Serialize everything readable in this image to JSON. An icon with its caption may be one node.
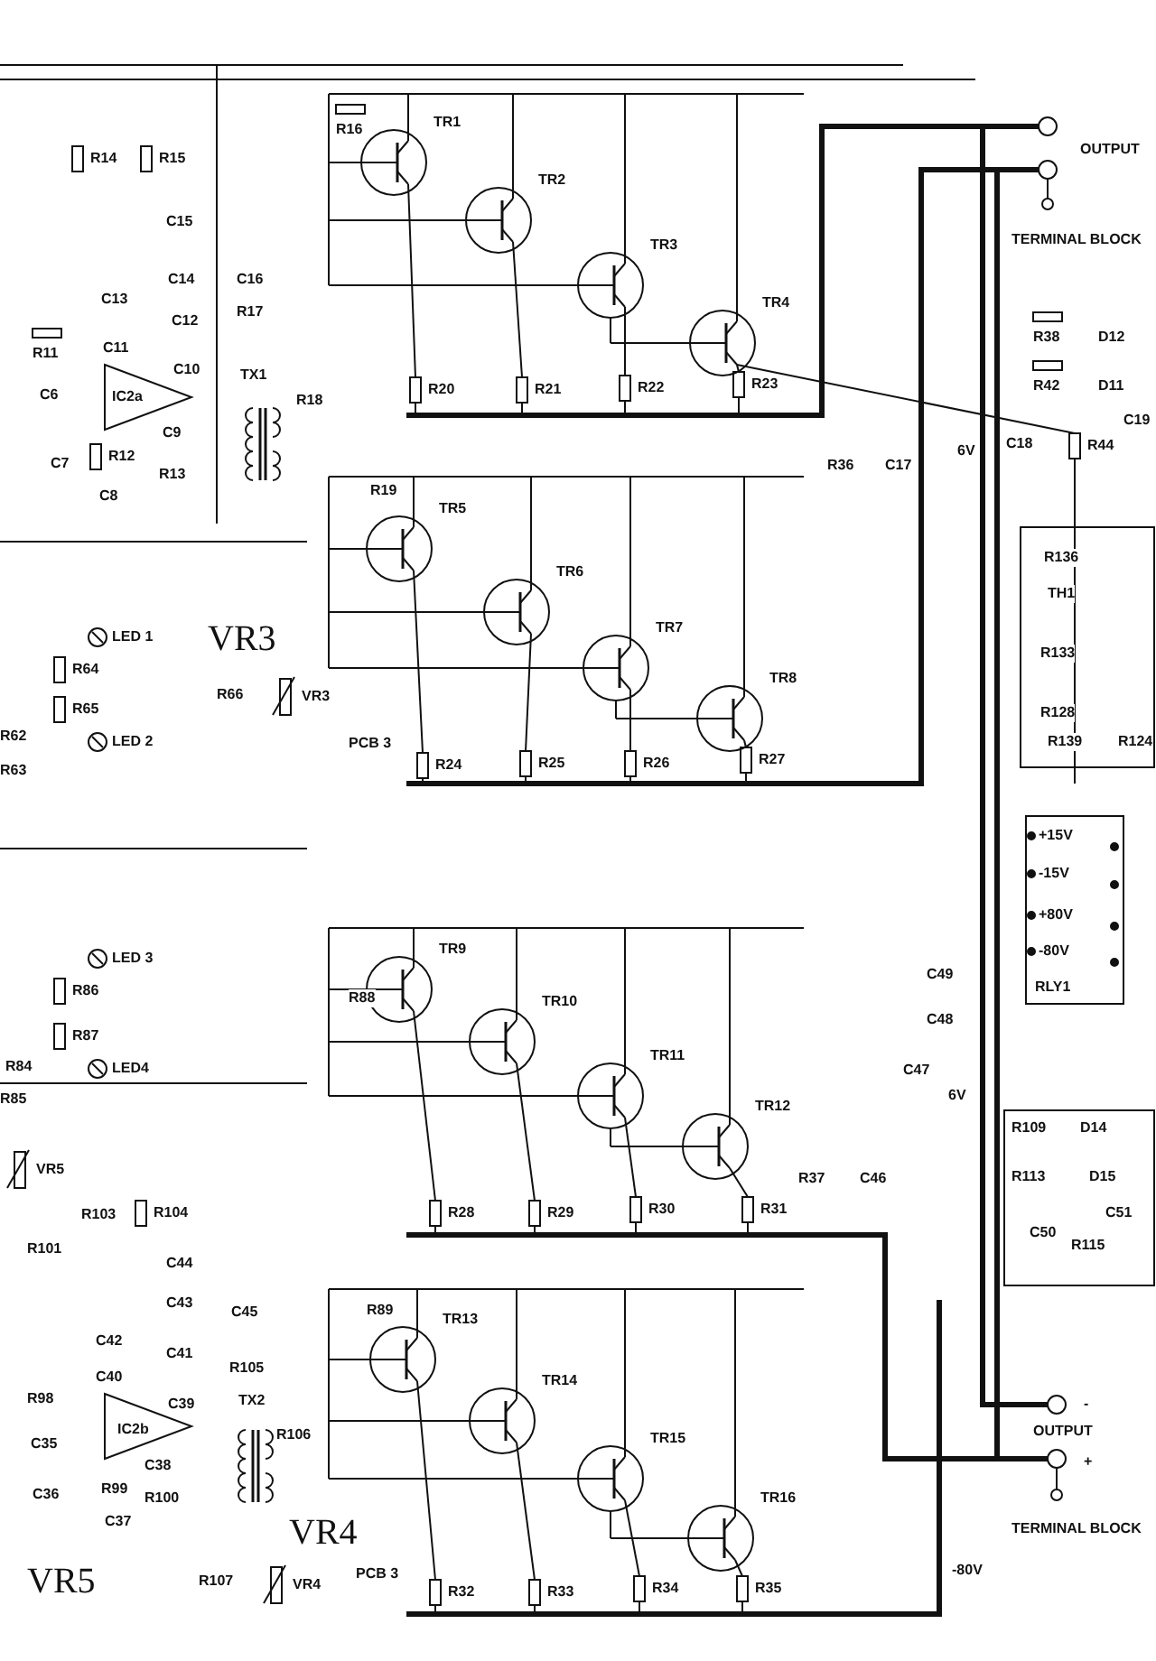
{
  "diagram": {
    "labels": [
      "R14",
      "R15",
      "R16",
      "TR1",
      "OUTPUT",
      "TR2",
      "TERMINAL BLOCK",
      "C15",
      "TR3",
      "C14",
      "C16",
      "R17",
      "C13",
      "TR4",
      "C12",
      "R38",
      "D12",
      "C11",
      "C10",
      "R11",
      "TX1",
      "IC2a",
      "R20",
      "R21",
      "R22",
      "R23",
      "R42",
      "D11",
      "C6",
      "R18",
      "C9",
      "C18",
      "R44",
      "C19",
      "R36",
      "C17",
      "6V",
      "C7",
      "R12",
      "R13",
      "C8",
      "R19",
      "TR5",
      "R136",
      "TH1",
      "TR6",
      "TR7",
      "LED 1",
      "VR3",
      "R133",
      "R64",
      "TR8",
      "R66",
      "VR3",
      "R65",
      "R128",
      "R62",
      "LED 2",
      "PCB 3",
      "R139",
      "R124",
      "R26",
      "R27",
      "R24",
      "R25",
      "R63",
      "+15V",
      "-15V",
      "+80V",
      "-80V",
      "LED 3",
      "TR9",
      "C49",
      "R86",
      "R88",
      "TR10",
      "C48",
      "RLY1",
      "R87",
      "TR11",
      "R84",
      "LED4",
      "C47",
      "R85",
      "6V",
      "TR12",
      "R109",
      "D14",
      "VR5",
      "R37",
      "C46",
      "R113",
      "D15",
      "R103",
      "R104",
      "R28",
      "R29",
      "R30",
      "R31",
      "C51",
      "C50",
      "R101",
      "R115",
      "C44",
      "C43",
      "C45",
      "R89",
      "TR13",
      "C42",
      "C41",
      "R105",
      "C40",
      "TR14",
      "R98",
      "C39",
      "TX2",
      "IC2b",
      "OUTPUT",
      "-",
      "TR15",
      "R106",
      "C35",
      "C38",
      "+",
      "C36",
      "R99",
      "R100",
      "TR16",
      "TERMINAL BLOCK",
      "C37",
      "VR4",
      "-80V",
      "VR5",
      "R107",
      "VR4",
      "PCB 3",
      "R32",
      "R33",
      "R34",
      "R35"
    ]
  }
}
